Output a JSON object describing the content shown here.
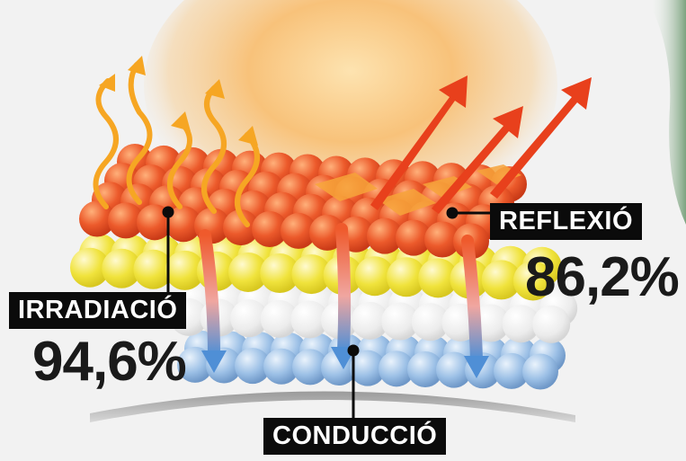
{
  "labels": {
    "reflexio": {
      "name": "REFLEXIÓ",
      "value": "86,2%"
    },
    "irradiacio": {
      "name": "IRRADIACIÓ",
      "value": "94,6%"
    },
    "conduccio": {
      "name": "CONDUCCIÓ"
    }
  },
  "colors": {
    "sun": "#f6c36a",
    "top_layer": "#e8502a",
    "yellow_layer": "#f2e23a",
    "white_layer": "#eeeeee",
    "blue_layer": "#8fb6e0",
    "reflect_arrow": "#e8401c",
    "wavy_arrow": "#f6a623",
    "conduct_arrow": "#e86a55",
    "label_bg": "#0b0b0b",
    "label_text": "#ffffff",
    "value_text": "#1a1a1a"
  }
}
